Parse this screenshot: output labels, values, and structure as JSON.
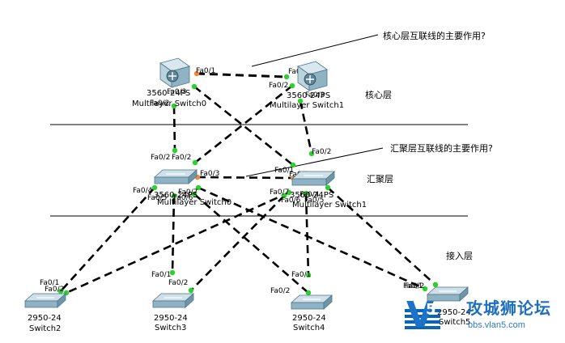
{
  "tiers": {
    "core": "核心层",
    "distribution": "汇聚层",
    "access": "接入层"
  },
  "questions": {
    "core": "核心层互联线的主要作用?",
    "distribution": "汇聚层互联线的主要作用?"
  },
  "devices": [
    {
      "id": "mls0",
      "model": "3560-24PS",
      "name": "Multilayer Switch0"
    },
    {
      "id": "mls1",
      "model": "3560-24PS",
      "name": "Multilayer Switch1"
    },
    {
      "id": "dist0",
      "model": "3560-24PS",
      "name": "Multilayer Switch0"
    },
    {
      "id": "dist1",
      "model": "3560-24PS",
      "name": "Multilayer Switch1"
    },
    {
      "id": "sw2",
      "model": "2950-24",
      "name": "Switch2"
    },
    {
      "id": "sw3",
      "model": "2950-24",
      "name": "Switch3"
    },
    {
      "id": "sw4",
      "model": "2950-24",
      "name": "Switch4"
    },
    {
      "id": "sw5",
      "model": "2950-24",
      "name": "Switch5"
    }
  ],
  "links": [
    {
      "from": "mls0",
      "to": "mls1",
      "from_port": "Fa0/1",
      "to_port": "Fa0/1",
      "state": "core"
    },
    {
      "from": "mls0",
      "to": "dist1",
      "from_port": "Fa0/3",
      "to_port": "Fa0/1",
      "state": "up"
    },
    {
      "from": "mls0",
      "to": "dist0",
      "from_port": "Fa0/2",
      "to_port": "Fa0/2",
      "state": "up"
    },
    {
      "from": "mls1",
      "to": "dist0",
      "from_port": "Fa0/2",
      "to_port": "Fa0/2",
      "state": "up"
    },
    {
      "from": "mls1",
      "to": "dist1",
      "from_port": "Fa0/3",
      "to_port": "Fa0/2",
      "state": "up"
    },
    {
      "from": "dist0",
      "to": "dist1",
      "from_port": "Fa0/3",
      "to_port": "Fa0/3",
      "state": "blocked"
    },
    {
      "from": "dist0",
      "to": "sw2",
      "from_port": "Fa0/4",
      "to_port": "Fa0/1",
      "state": "up"
    },
    {
      "from": "dist0",
      "to": "sw3",
      "from_port": "Fa0/5",
      "to_port": "Fa0/1",
      "state": "up"
    },
    {
      "from": "dist0",
      "to": "sw4",
      "from_port": "Fa0/6",
      "to_port": "Fa0/2",
      "state": "up"
    },
    {
      "from": "dist0",
      "to": "sw5",
      "from_port": "Fa0/7",
      "to_port": "Fa0/2",
      "state": "up"
    },
    {
      "from": "dist1",
      "to": "sw2",
      "from_port": "Fa0/7",
      "to_port": "Fa0/2",
      "state": "up"
    },
    {
      "from": "dist1",
      "to": "sw3",
      "from_port": "Fa0/6",
      "to_port": "Fa0/2",
      "state": "up"
    },
    {
      "from": "dist1",
      "to": "sw4",
      "from_port": "Fa0/4",
      "to_port": "Fa0/1",
      "state": "up"
    },
    {
      "from": "dist1",
      "to": "sw5",
      "from_port": "Fa0/5",
      "to_port": "Fa0/1",
      "state": "up"
    }
  ],
  "colors": {
    "link": "#000000",
    "port_up": "#2dd12d",
    "port_blocked": "#ef8a3c",
    "tier_line": "#000000",
    "device_face": "#bcd3de",
    "device_dark": "#4f7589"
  },
  "watermark": {
    "mark": "V",
    "mark_digit": "5",
    "title": "攻城狮论坛",
    "url": "bbs.vlan5.com"
  }
}
